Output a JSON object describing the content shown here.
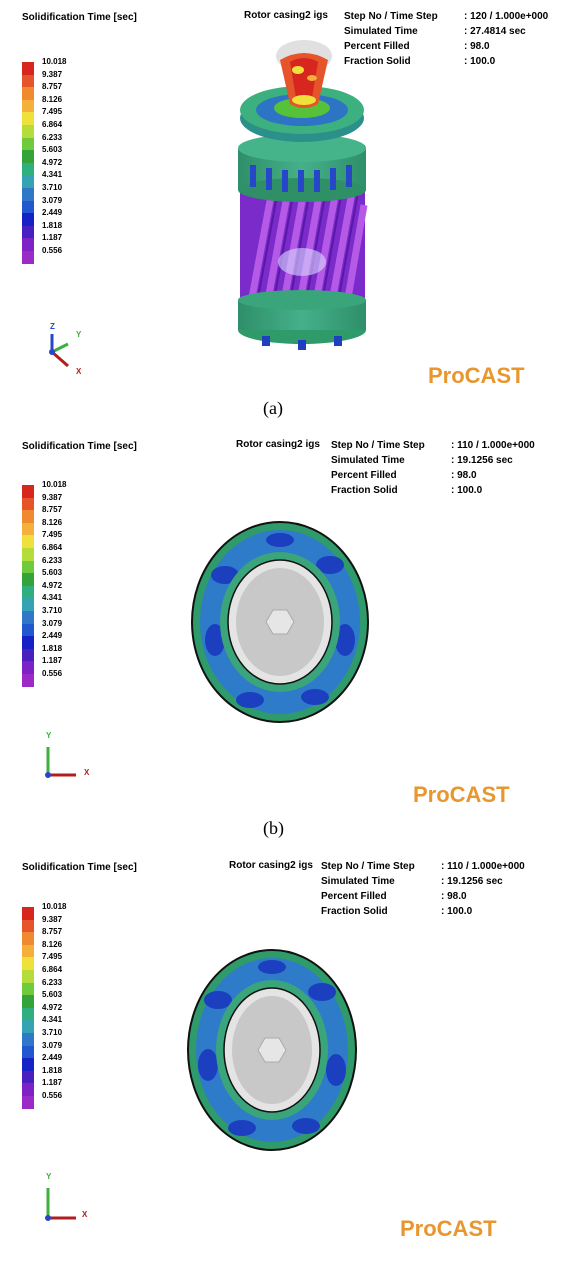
{
  "panels": [
    {
      "caption": "(a)",
      "title": "Solidification Time [sec]",
      "file": "Rotor casing2 igs",
      "info": [
        {
          "k": "Step No / Time Step",
          "v": ": 120  /  1.000e+000"
        },
        {
          "k": "Simulated Time",
          "v": ": 27.4814 sec"
        },
        {
          "k": "Percent Filled",
          "v": ": 98.0"
        },
        {
          "k": "Fraction Solid",
          "v": ": 100.0"
        }
      ],
      "axes": {
        "a": "Z",
        "b": "Y",
        "c": "X"
      },
      "brand": "ProCAST"
    },
    {
      "caption": "(b)",
      "title": "Solidification Time [sec]",
      "file": "Rotor casing2 igs",
      "info": [
        {
          "k": "Step No / Time Step",
          "v": ": 110  /  1.000e+000"
        },
        {
          "k": "Simulated Time",
          "v": ": 19.1256 sec"
        },
        {
          "k": "Percent Filled",
          "v": ": 98.0"
        },
        {
          "k": "Fraction Solid",
          "v": ": 100.0"
        }
      ],
      "axes": {
        "a": "Y",
        "c": "X"
      },
      "brand": "ProCAST"
    },
    {
      "caption": "",
      "title": "Solidification Time [sec]",
      "file": "Rotor casing2 igs",
      "info": [
        {
          "k": "Step No / Time Step",
          "v": ": 110  /  1.000e+000"
        },
        {
          "k": "Simulated Time",
          "v": ": 19.1256 sec"
        },
        {
          "k": "Percent Filled",
          "v": ": 98.0"
        },
        {
          "k": "Fraction Solid",
          "v": ": 100.0"
        }
      ],
      "axes": {
        "a": "Y",
        "c": "X"
      },
      "brand": "ProCAST"
    }
  ],
  "scale": {
    "labels": [
      "10.018",
      "9.387",
      "8.757",
      "8.126",
      "7.495",
      "6.864",
      "6.233",
      "5.603",
      "4.972",
      "4.341",
      "3.710",
      "3.079",
      "2.449",
      "1.818",
      "1.187",
      "0.556"
    ],
    "colors": [
      "#d7261e",
      "#e6552a",
      "#ef8a31",
      "#f4b03a",
      "#efe03c",
      "#b4dd3c",
      "#6fcb3c",
      "#34a33a",
      "#2fae7e",
      "#36a3b2",
      "#2f78c8",
      "#2157cf",
      "#1722c4",
      "#4a1fc0",
      "#7d22c7",
      "#9b2ac6"
    ]
  },
  "colors": {
    "brand": "#e8962e",
    "casting_green": "#2f9a6a",
    "casting_blue": "#2846c8",
    "core_gray": "#d6d6d6",
    "fin_purple": "#8a2fcf"
  }
}
